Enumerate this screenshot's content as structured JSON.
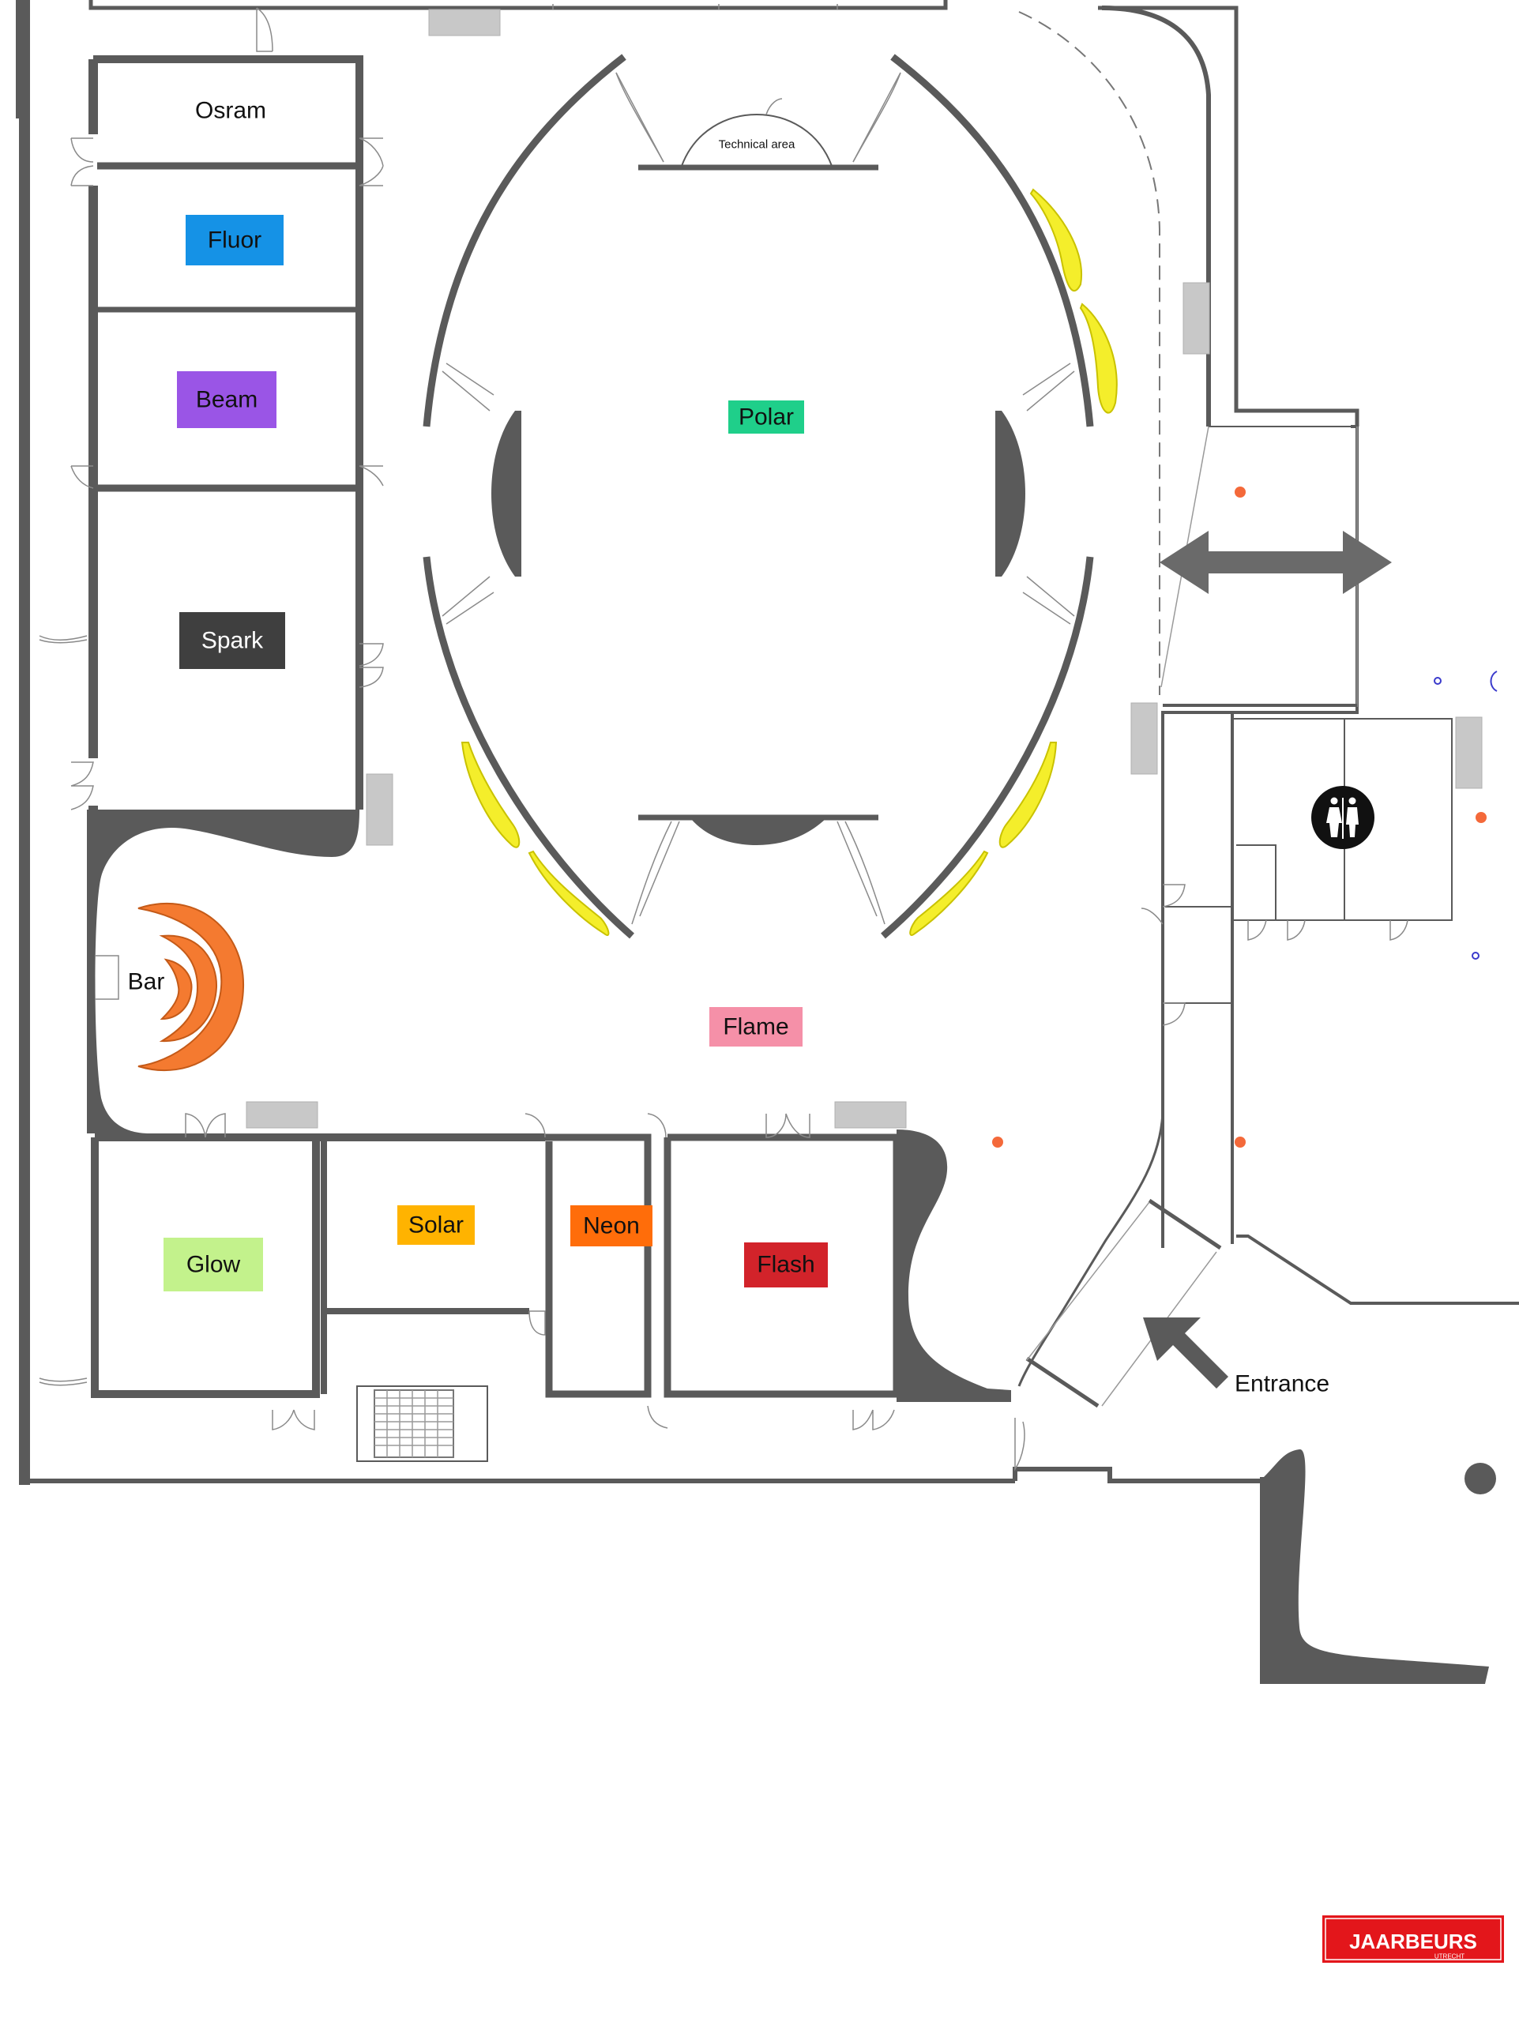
{
  "rooms": {
    "osram": {
      "label": "Osram",
      "color": ""
    },
    "fluor": {
      "label": "Fluor",
      "color": "#1592e6"
    },
    "beam": {
      "label": "Beam",
      "color": "#9a55e6"
    },
    "spark": {
      "label": "Spark",
      "color": "#3f3f3f"
    },
    "polar": {
      "label": "Polar",
      "color": "#1fcf8a"
    },
    "flame": {
      "label": "Flame",
      "color": "#f590a8"
    },
    "glow": {
      "label": "Glow",
      "color": "#c3f28c"
    },
    "solar": {
      "label": "Solar",
      "color": "#ffb300"
    },
    "neon": {
      "label": "Neon",
      "color": "#ff6d0a"
    },
    "flash": {
      "label": "Flash",
      "color": "#d2232a"
    },
    "bar": {
      "label": "Bar",
      "color": "#f47a30"
    }
  },
  "technical_area": "Technical area",
  "entrance": "Entrance",
  "logo": {
    "name": "JAARBEURS",
    "sub": "UTRECHT",
    "color": "#e3161b"
  },
  "icons": [
    "toilets-icon",
    "entrance-arrow-icon",
    "double-arrow-icon"
  ],
  "colors": {
    "wall": "#5a5a5a",
    "seating": "#f4ee2b",
    "marker": "#f4693a"
  }
}
